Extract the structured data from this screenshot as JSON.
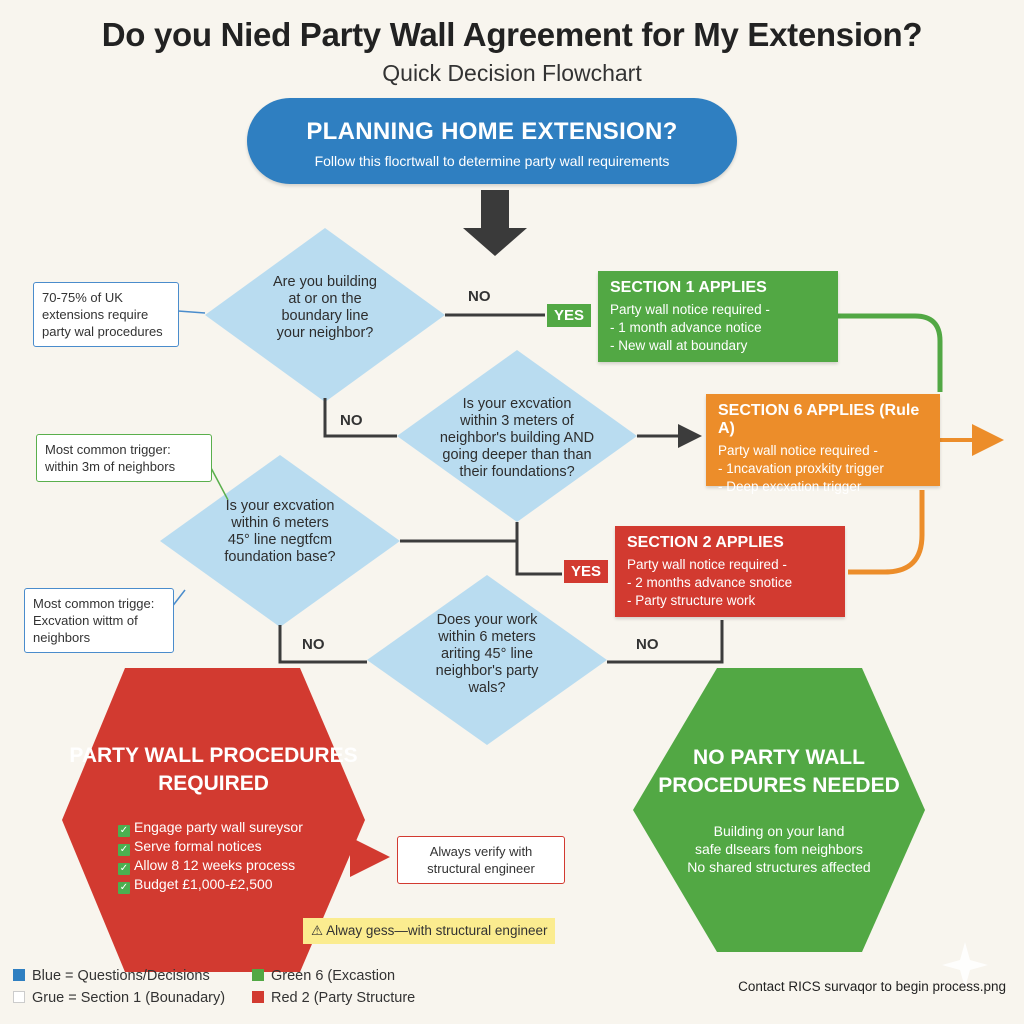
{
  "header": {
    "title": "Do you Nied Party Wall Agreement for My Extension?",
    "subtitle": "Quick Decision Flowchart"
  },
  "start": {
    "heading": "PLANNING HOME EXTENSION?",
    "subtext": "Follow this flocrtwall to determine party wall requirements"
  },
  "questions": {
    "q1": [
      "Are you building",
      "at or on the",
      "boundary line",
      "your neighbor?"
    ],
    "q2": [
      "Is your excvation",
      "within 3 meters of",
      "neighbor's building AND",
      "going deeper than than",
      "their foundations?"
    ],
    "q3": [
      "Is your excvation",
      "within 6 meters",
      "45° line negtfcm",
      "foundation base?"
    ],
    "q4": [
      "Does your work",
      "within 6 meters",
      "ariting 45° line",
      "neighbor's party",
      "wals?"
    ]
  },
  "sections": {
    "s1": {
      "heading": "SECTION 1 APPLIES",
      "lines": [
        "Party wall notice required -",
        "- 1 month advance notice",
        "- New wall at boundary"
      ]
    },
    "s6": {
      "heading": "SECTION 6 APPLIES (Rule A)",
      "lines": [
        "Party wall notice required -",
        "- 1ncavation proxkity trigger",
        "- Deep excxation trigger"
      ]
    },
    "s2": {
      "heading": "SECTION 2 APPLIES",
      "lines": [
        "Party wall notice required -",
        "- 2 months advance snotice",
        "- Party structure work"
      ]
    }
  },
  "labels": {
    "no1": "NO",
    "yes1": "YES",
    "no2": "NO",
    "yes2": "YES",
    "no3": "NO",
    "no4": "NO"
  },
  "notes": {
    "n1": [
      "70-75% of UK",
      "extensions require",
      "party wal procedures"
    ],
    "n2": [
      "Most common trigger:",
      "within 3m of neighbors"
    ],
    "n3": [
      "Most common trigge:",
      "Excvation wittm of",
      "neighbors"
    ],
    "n4": [
      "Always verify with",
      "structural engineer"
    ]
  },
  "outcomes": {
    "required": {
      "title": [
        "PARTY WALL PROCEDURES",
        "REQUIRED"
      ],
      "checks": [
        "Engage party wall sureysor",
        "Serve formal notices",
        "Allow 8 12 weeks process",
        "Budget £1,000-£2,500"
      ]
    },
    "not_needed": {
      "title": [
        "NO PARTY WALL",
        "PROCEDURES NEEDED"
      ],
      "lines": [
        "Building on your land",
        "safe dlsears fom neighbors",
        "No shared structures affected"
      ]
    }
  },
  "warning": "Alway gess—with structural engineer",
  "legend": [
    {
      "label": "Blue = Questions/Decisions",
      "color": "#2f7fc1"
    },
    {
      "label": "Grue = Section 1 (Bounadary)",
      "color": "#ffffff"
    },
    {
      "label": "Green 6 (Excastion",
      "color": "#52a844"
    },
    {
      "label": "Red 2 (Party Structure",
      "color": "#d23a30"
    }
  ],
  "footer": "Contact RICS survaqor to begin process.png",
  "colors": {
    "question": "#b9dcf0",
    "start": "#2f7fc1",
    "green": "#52a844",
    "orange": "#ec8d2a",
    "red": "#d23a30",
    "line": "#3c3c3c"
  }
}
